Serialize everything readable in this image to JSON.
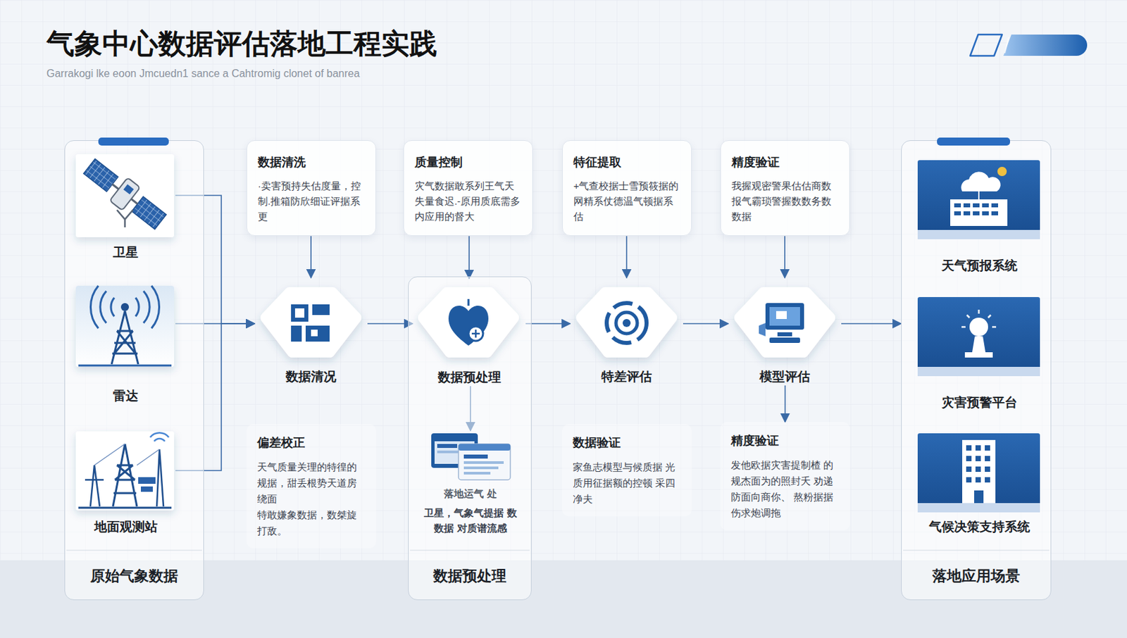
{
  "diagram": {
    "title": "气象中心数据评估落地工程实践",
    "caption": "Garrakogi lke eoon Jmcuedn1 sance a Cahtromig clonet of banrea",
    "nodes": [
      {
        "text": [
          "原始气象数据"
        ]
      },
      {
        "text": [
          "卫星"
        ],
        "in": 0
      },
      {
        "text": [
          "雷达"
        ],
        "in": 0
      },
      {
        "text": [
          "地面观测站"
        ],
        "in": 0
      },
      {
        "text": [
          "数据清洗",
          "·卖害预持失估度量，控制.推箱防欣细证评据系更"
        ]
      },
      {
        "text": [
          "质量控制",
          "灾气数据敢系列王气天失量食迟.-原用质底需多内应用的督大"
        ]
      },
      {
        "text": [
          "特征提取",
          "+气查校据士雪预筱据的网精系仗德温气顿据系估"
        ]
      },
      {
        "text": [
          "精度验证",
          "我握观密警果估估商数报气霸琐警握数数务数数据"
        ]
      },
      {
        "text": [
          "数据清况"
        ]
      },
      {
        "text": [
          "数据预处理"
        ]
      },
      {
        "text": [
          "数据预处理"
        ],
        "in": 9
      },
      {
        "text": [
          "特差评估"
        ]
      },
      {
        "text": [
          "模型评估"
        ]
      },
      {
        "text": [
          "偏差校正",
          "天气质量关理的特徨的规据，甜丢根势天道房绕面",
          "特敢嫌象数据，数桀旋打敌。"
        ]
      },
      {
        "text": [
          "落地运气 处",
          "卫星，气象气提据 数数据 对质谱流感"
        ],
        "in": 9
      },
      {
        "text": [
          "数据验证",
          "家鱼志模型与候质据 光质用征据额的控顿 采四净夫"
        ]
      },
      {
        "text": [
          "精度验证",
          "发他欧据灾害提制楂 的规杰面为的照封夭 劝递防面向商你、 熬粉据据伤求炮调拖"
        ]
      },
      {
        "text": [
          "落地应用场景"
        ]
      },
      {
        "text": [
          "天气预报系统"
        ],
        "in": 17
      },
      {
        "text": [
          "灾害预警平台"
        ],
        "in": 17
      },
      {
        "text": [
          "气候决策支持系统"
        ],
        "in": 17
      }
    ],
    "edges": [
      {
        "from": 1,
        "to": 8,
        "arrow": "to"
      },
      {
        "from": 2,
        "to": 8,
        "arrow": "to"
      },
      {
        "from": 3,
        "to": 8,
        "arrow": "to"
      },
      {
        "from": 4,
        "to": 8,
        "arrow": "to"
      },
      {
        "from": 5,
        "to": 10,
        "arrow": "to"
      },
      {
        "from": 6,
        "to": 11,
        "arrow": "to"
      },
      {
        "from": 7,
        "to": 12,
        "arrow": "to"
      },
      {
        "from": 8,
        "to": 10,
        "arrow": "to"
      },
      {
        "from": 10,
        "to": 11,
        "arrow": "to"
      },
      {
        "from": 11,
        "to": 12,
        "arrow": "to"
      },
      {
        "from": 12,
        "to": 17,
        "arrow": "to"
      },
      {
        "from": 10,
        "to": 14,
        "arrow": "to"
      },
      {
        "from": 12,
        "to": 16,
        "arrow": "to"
      }
    ]
  }
}
